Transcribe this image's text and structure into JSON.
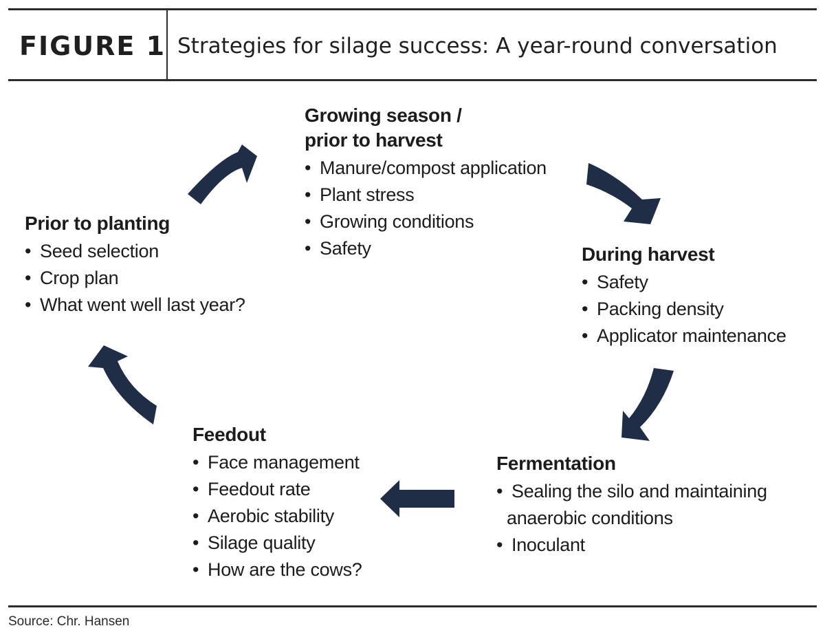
{
  "header": {
    "figure_label": "FIGURE 1",
    "title": "Strategies for silage success: A year-round conversation"
  },
  "colors": {
    "arrow": "#1f2d47",
    "rule": "#2b2b2b"
  },
  "stages": {
    "growing": {
      "title": "Growing season /\nprior to harvest",
      "items": [
        "Manure/compost application",
        "Plant stress",
        "Growing conditions",
        "Safety"
      ]
    },
    "harvest": {
      "title": "During harvest",
      "items": [
        "Safety",
        "Packing density",
        "Applicator maintenance"
      ]
    },
    "fermentation": {
      "title": "Fermentation",
      "items": [
        "Sealing the silo and maintaining",
        "anaerobic conditions",
        "Inoculant"
      ]
    },
    "feedout": {
      "title": "Feedout",
      "items": [
        "Face management",
        "Feedout rate",
        "Aerobic stability",
        "Silage quality",
        "How are the cows?"
      ]
    },
    "planting": {
      "title": "Prior to planting",
      "items": [
        "Seed selection",
        "Crop plan",
        "What went well last year?"
      ]
    }
  },
  "footer": {
    "source": "Source: Chr. Hansen"
  }
}
